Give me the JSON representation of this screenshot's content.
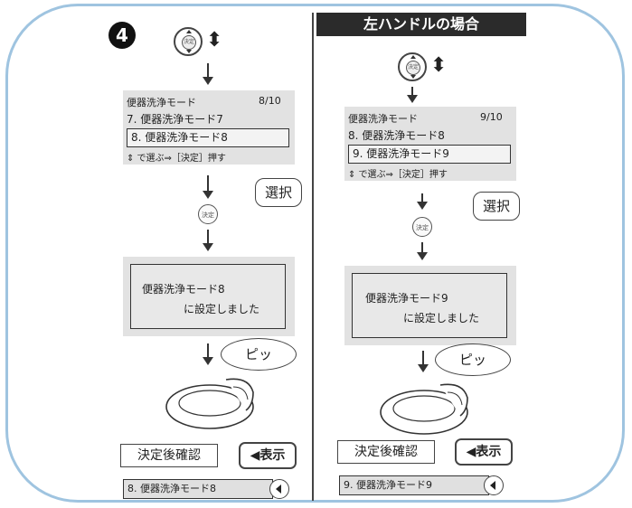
{
  "step_number": "4",
  "header_right": "左ハンドルの場合",
  "dial_center_label": "決定",
  "left": {
    "menu_header": "便器洗浄モード",
    "menu_page": "8/10",
    "menu_row_1": "7. 便器洗浄モード7",
    "menu_row_selected": "8. 便器洗浄モード8",
    "menu_footer": "⇕ で選ぶ⇒［決定］押す",
    "select_callout": "選択",
    "confirm_line_1": "便器洗浄モード8",
    "confirm_line_2": "に設定しました",
    "beep": "ピッ",
    "after_confirm": "決定後確認",
    "display_button": "◀表示",
    "status_text": "8. 便器洗浄モード8"
  },
  "right": {
    "menu_header": "便器洗浄モード",
    "menu_page": "9/10",
    "menu_row_1": "8. 便器洗浄モード8",
    "menu_row_selected": "9. 便器洗浄モード9",
    "menu_footer": "⇕ で選ぶ⇒［決定］押す",
    "select_callout": "選択",
    "confirm_line_1": "便器洗浄モード9",
    "confirm_line_2": "に設定しました",
    "beep": "ピッ",
    "after_confirm": "決定後確認",
    "display_button": "◀表示",
    "status_text": "9. 便器洗浄モード9"
  },
  "colors": {
    "frame_border": "#9fc4e0",
    "screen_bg": "#e2e2e2",
    "header_bg": "#2b2b2b"
  }
}
